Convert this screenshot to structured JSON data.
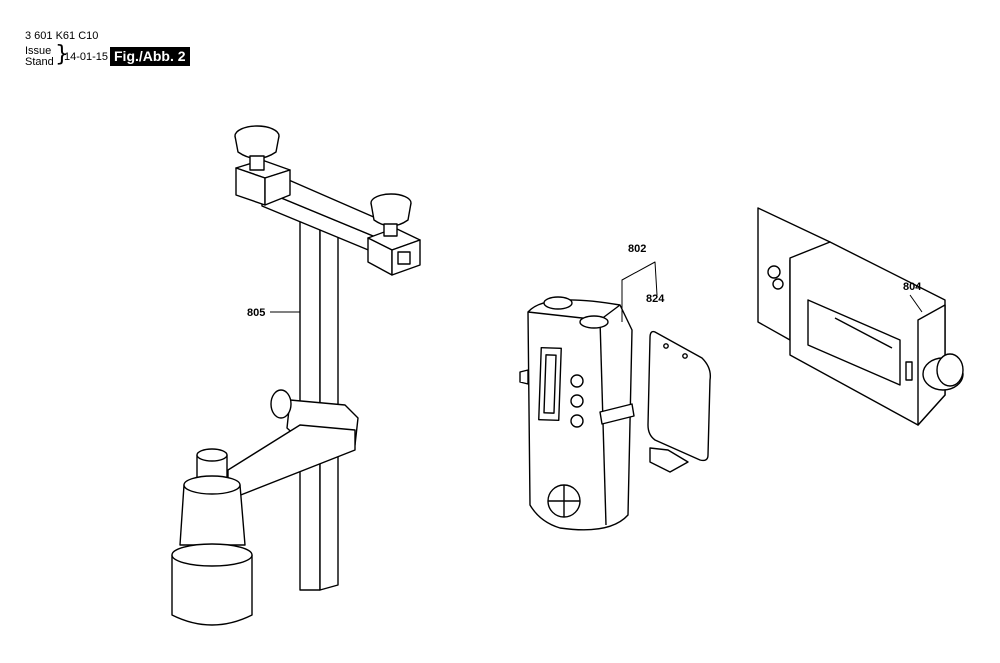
{
  "header": {
    "code": "3 601 K61 C10",
    "issue_label": "Issue",
    "stand_label": "Stand",
    "date": "14-01-15",
    "figure": "Fig./Abb. 2"
  },
  "parts": [
    {
      "id": "805",
      "label": "805"
    },
    {
      "id": "802",
      "label": "802"
    },
    {
      "id": "824",
      "label": "824"
    },
    {
      "id": "804",
      "label": "804"
    }
  ]
}
